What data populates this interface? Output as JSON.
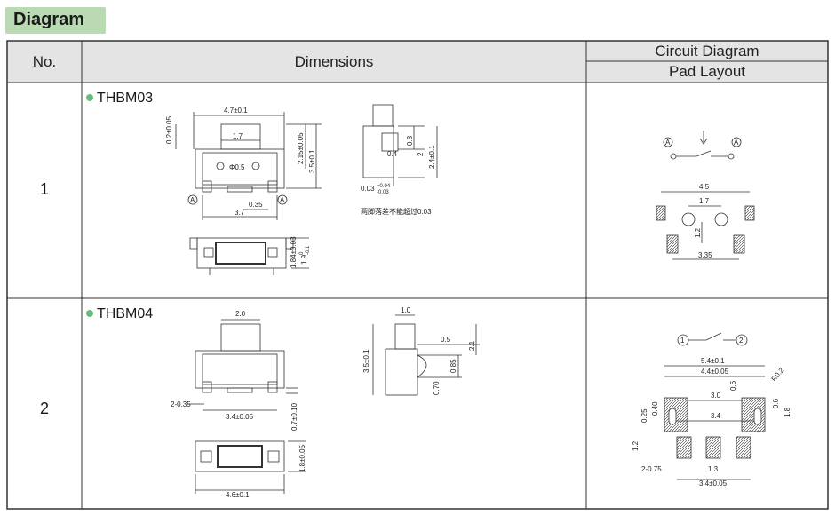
{
  "title": "Diagram",
  "header": {
    "no": "No.",
    "dimensions": "Dimensions",
    "circuit": "Circuit Diagram",
    "pad": "Pad Layout"
  },
  "rows": [
    {
      "no": "1",
      "model": "THBM03",
      "dims": {
        "w_top": "4.7±0.1",
        "gap_top": "0.2±0.05",
        "inner_17": "1.7",
        "hole": "Φ0.5",
        "h_215": "2.15±0.05",
        "h_35": "3.5±0.1",
        "leg_035": "0.35",
        "base_37": "3.7",
        "side_08": "0.8",
        "side_2": "2",
        "side_04": "0.4",
        "side_24": "2.4±0.1",
        "side_003": "0.03",
        "side_003_tol_top": "+0.04",
        "side_003_tol_bot": "-0.03",
        "note": "两脚落差不能超过0.03",
        "b_184": "1.84±0.03",
        "b_19": "1.9",
        "b_19_tol_top": "0",
        "b_19_tol_bot": "-0.1",
        "marker_a": "A"
      },
      "pad": {
        "w45": "4.5",
        "w17": "1.7",
        "h12": "1.2",
        "w335": "3.35",
        "marker_a": "A"
      }
    },
    {
      "no": "2",
      "model": "THBM04",
      "dims": {
        "w20": "2.0",
        "d2035": "2-0.35",
        "w34": "3.4±0.05",
        "h07": "0.7±0.10",
        "s10": "1.0",
        "s35": "3.5±0.1",
        "s05": "0.5",
        "s21": "2.1",
        "s085": "0.85",
        "s070": "0.70",
        "b18": "1.8±0.05",
        "b46": "4.6±0.1"
      },
      "pad": {
        "node1": "1",
        "node2": "2",
        "w54": "5.4±0.1",
        "w44": "4.4±0.05",
        "r02": "R0.2",
        "p06a": "0.6",
        "p30": "3.0",
        "p025": "0.25",
        "p040": "0.40",
        "p34": "3.4",
        "p06b": "0.6",
        "p18": "1.8",
        "p12": "1.2",
        "p2075": "2-0.75",
        "p13": "1.3",
        "p34b": "3.4±0.05"
      }
    }
  ],
  "colors": {
    "title_tab": "#b9dab3",
    "header_bg": "#e4e4e4",
    "bullet": "#62c07a",
    "line": "#333333"
  }
}
